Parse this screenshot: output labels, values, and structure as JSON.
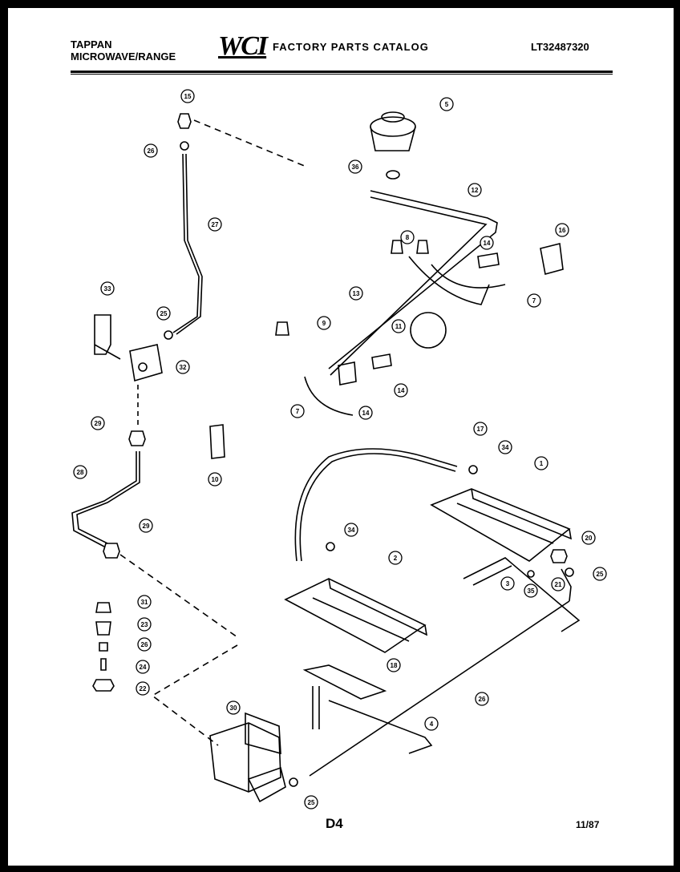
{
  "header": {
    "brand_line1": "TAPPAN",
    "brand_line2": "MICROWAVE/RANGE",
    "logo": "WCI",
    "catalog_title": "FACTORY PARTS CATALOG",
    "model_number": "LT32487320"
  },
  "diagram": {
    "callouts": [
      "15",
      "26",
      "27",
      "33",
      "25",
      "32",
      "29",
      "28",
      "29",
      "31",
      "23",
      "26",
      "24",
      "22",
      "30",
      "25",
      "5",
      "36",
      "12",
      "8",
      "14",
      "16",
      "13",
      "7",
      "9",
      "11",
      "7",
      "14",
      "14",
      "10",
      "17",
      "34",
      "1",
      "34",
      "2",
      "20",
      "21",
      "25",
      "3",
      "35",
      "18",
      "4",
      "26"
    ]
  },
  "footer": {
    "page_code": "D4",
    "date": "11/87"
  }
}
